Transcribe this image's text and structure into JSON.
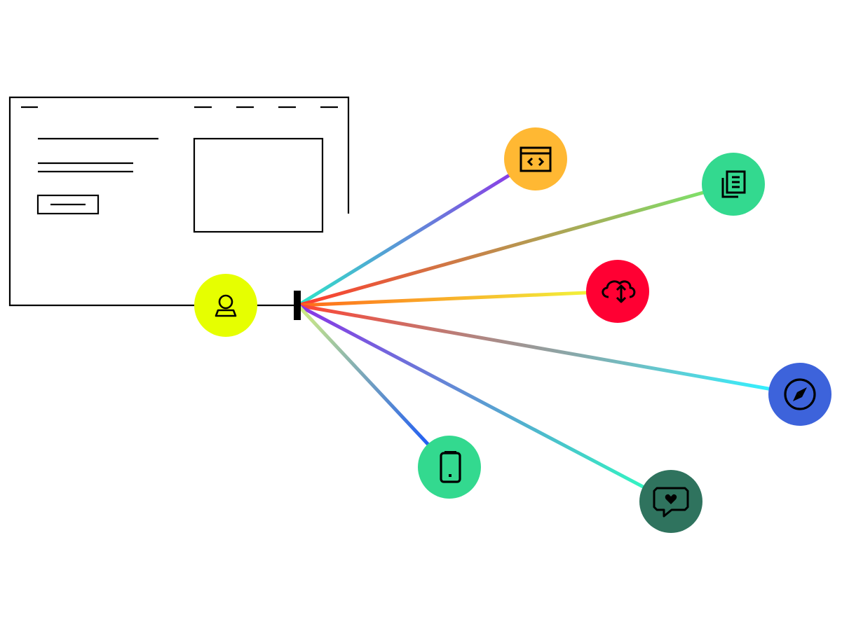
{
  "colors": {
    "background": "#ffffff",
    "outline": "#000000",
    "user_node": "#e6ff00",
    "hub_bar": "#000000"
  },
  "user_node": {
    "icon": "user-icon",
    "color": "#e6ff00"
  },
  "endpoints": [
    {
      "id": "code-window",
      "icon": "code-window-icon",
      "color": "#ffb833",
      "line_from": "#2ee6c8",
      "line_to": "#8a3ee6"
    },
    {
      "id": "documents",
      "icon": "documents-icon",
      "color": "#33d98f",
      "line_from": "#ff3b2f",
      "line_to": "#7ee06a"
    },
    {
      "id": "cloud-sync",
      "icon": "cloud-sync-icon",
      "color": "#ff0033",
      "line_from": "#ff6a1a",
      "line_to": "#f2f23a"
    },
    {
      "id": "compass",
      "icon": "compass-icon",
      "color": "#3d63db",
      "line_from": "#ff4433",
      "line_to": "#33f0ff"
    },
    {
      "id": "chat-heart",
      "icon": "chat-heart-icon",
      "color": "#2f735e",
      "line_from": "#8a33e6",
      "line_to": "#33f5c2"
    },
    {
      "id": "mobile",
      "icon": "mobile-phone-icon",
      "color": "#33d98f",
      "line_from": "#d4f080",
      "line_to": "#1f5cf5"
    }
  ]
}
